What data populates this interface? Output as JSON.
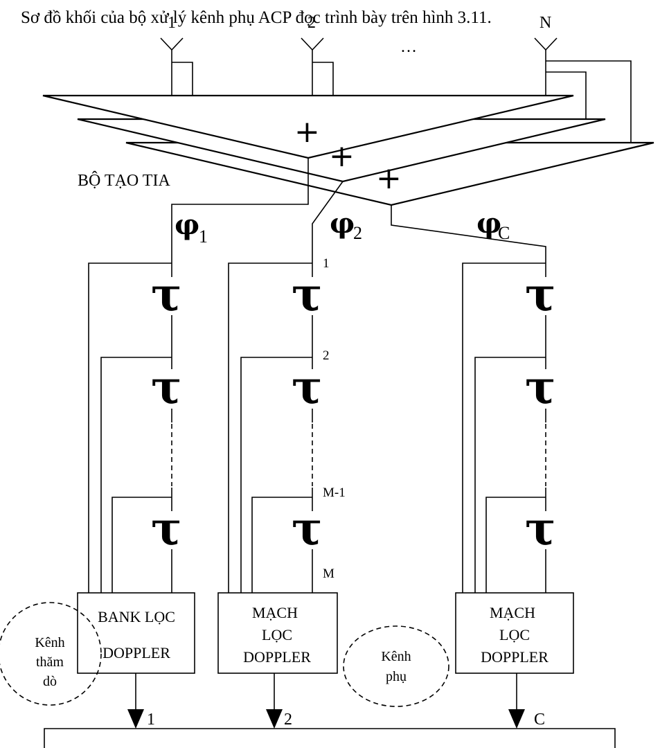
{
  "caption": "Sơ đồ khối của bộ xử lý kênh phụ ACP đọc trình bày trên hình 3.11.",
  "antennas": [
    "1",
    "2",
    "N"
  ],
  "antenna_ellipsis": "…",
  "beamformer_label": "BỘ TẠO TIA",
  "adders": [
    "+",
    "+",
    "+"
  ],
  "beams": [
    {
      "symbol": "φ",
      "sub": "1"
    },
    {
      "symbol": "φ",
      "sub": "2"
    },
    {
      "symbol": "φ",
      "sub": "C"
    }
  ],
  "delay_symbol": "τ",
  "taps": [
    "1",
    "2",
    "M-1",
    "M"
  ],
  "filters": [
    {
      "lines": [
        "BANK LỌC",
        "DOPPLER"
      ]
    },
    {
      "lines": [
        "MẠCH",
        "LỌC",
        "DOPPLER"
      ]
    },
    {
      "lines": [
        "MẠCH",
        "LỌC",
        "DOPPLER"
      ]
    }
  ],
  "channel_probe": [
    "Kênh",
    "thăm",
    "dò"
  ],
  "channel_aux": [
    "Kênh",
    "phụ"
  ],
  "outputs": [
    "1",
    "2",
    "C"
  ]
}
